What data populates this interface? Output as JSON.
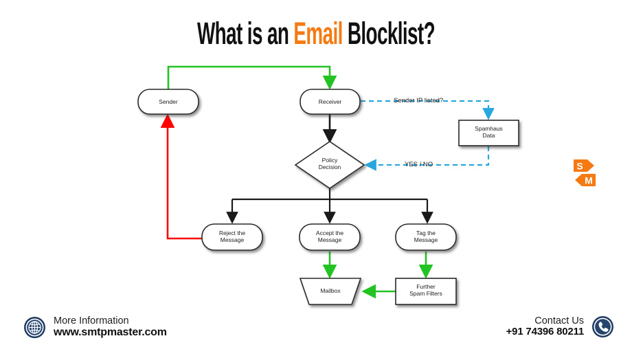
{
  "title": {
    "part1": "What is an ",
    "highlight": "Email",
    "part2": " Blocklist?",
    "highlight_color": "#F47A11"
  },
  "diagram": {
    "type": "flowchart",
    "nodes": [
      {
        "id": "sender",
        "label": "Sender",
        "shape": "rounded-rect"
      },
      {
        "id": "receiver",
        "label": "Receiver",
        "shape": "rounded-rect"
      },
      {
        "id": "spamhaus",
        "label": "Spamhaus\nData",
        "shape": "rect"
      },
      {
        "id": "policy",
        "label": "Policy\nDecision",
        "shape": "diamond"
      },
      {
        "id": "reject",
        "label": "Reject the\nMessage",
        "shape": "rounded-rect"
      },
      {
        "id": "accept",
        "label": "Accept the\nMessage",
        "shape": "rounded-rect"
      },
      {
        "id": "tag",
        "label": "Tag the\nMessage",
        "shape": "rounded-rect"
      },
      {
        "id": "mailbox",
        "label": "Mailbox",
        "shape": "trapezoid"
      },
      {
        "id": "filters",
        "label": "Further\nSpam Filters",
        "shape": "rect"
      }
    ],
    "edge_labels": [
      {
        "id": "sender-ip-listed",
        "text": "Sender IP listed?"
      },
      {
        "id": "yes-no",
        "text": "YES / NO"
      }
    ],
    "colors": {
      "flow_green": "#22C322",
      "reject_red": "#FF0000",
      "query_blue": "#29A6DE",
      "default_black": "#1a1a1a"
    }
  },
  "watermark": {
    "logo_text_top": "S",
    "logo_text_bottom": "M",
    "logo_color": "#F47A11"
  },
  "footer": {
    "left": {
      "icon": "globe-icon",
      "line1": "More Information",
      "line2": "www.smtpmaster.com"
    },
    "right": {
      "icon": "phone-icon",
      "line1": "Contact Us",
      "line2": "+91 74396 80211"
    },
    "icon_color": "#1F3A5F"
  }
}
